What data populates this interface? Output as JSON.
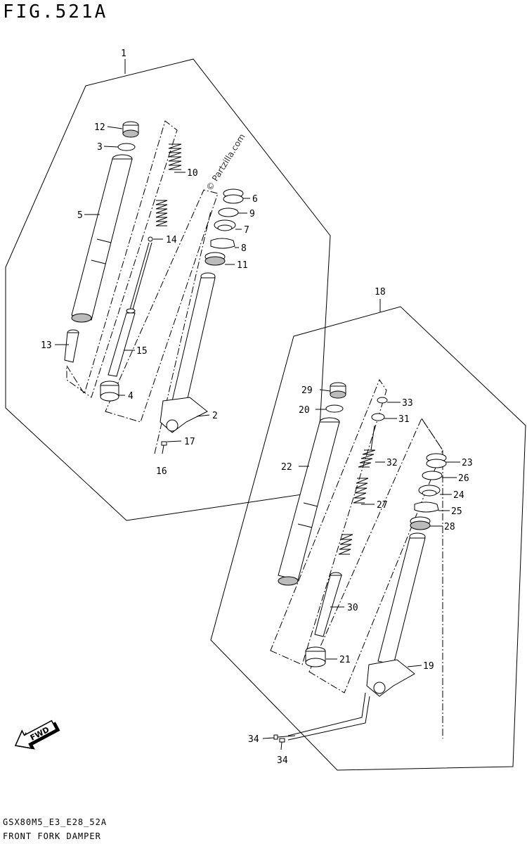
{
  "header": {
    "figure_title": "FIG.521A"
  },
  "footer": {
    "model_code": "GSX80M5_E3_E28_52A",
    "diagram_name": "FRONT FORK DAMPER"
  },
  "watermark": {
    "text": "© Partzilla.com"
  },
  "fwd_badge": {
    "text": "FWD"
  },
  "assemblies": {
    "left": {
      "label": "1"
    },
    "right": {
      "label": "18"
    }
  },
  "callouts": {
    "p2": "2",
    "p3": "3",
    "p4": "4",
    "p5": "5",
    "p6": "6",
    "p7": "7",
    "p8": "8",
    "p9": "9",
    "p10": "10",
    "p11": "11",
    "p12": "12",
    "p13": "13",
    "p14": "14",
    "p15": "15",
    "p16": "16",
    "p17": "17",
    "p19": "19",
    "p20": "20",
    "p21": "21",
    "p22": "22",
    "p23": "23",
    "p24": "24",
    "p25": "25",
    "p26": "26",
    "p27": "27",
    "p28": "28",
    "p29": "29",
    "p30": "30",
    "p31": "31",
    "p32": "32",
    "p33": "33",
    "p34a": "34",
    "p34b": "34"
  }
}
